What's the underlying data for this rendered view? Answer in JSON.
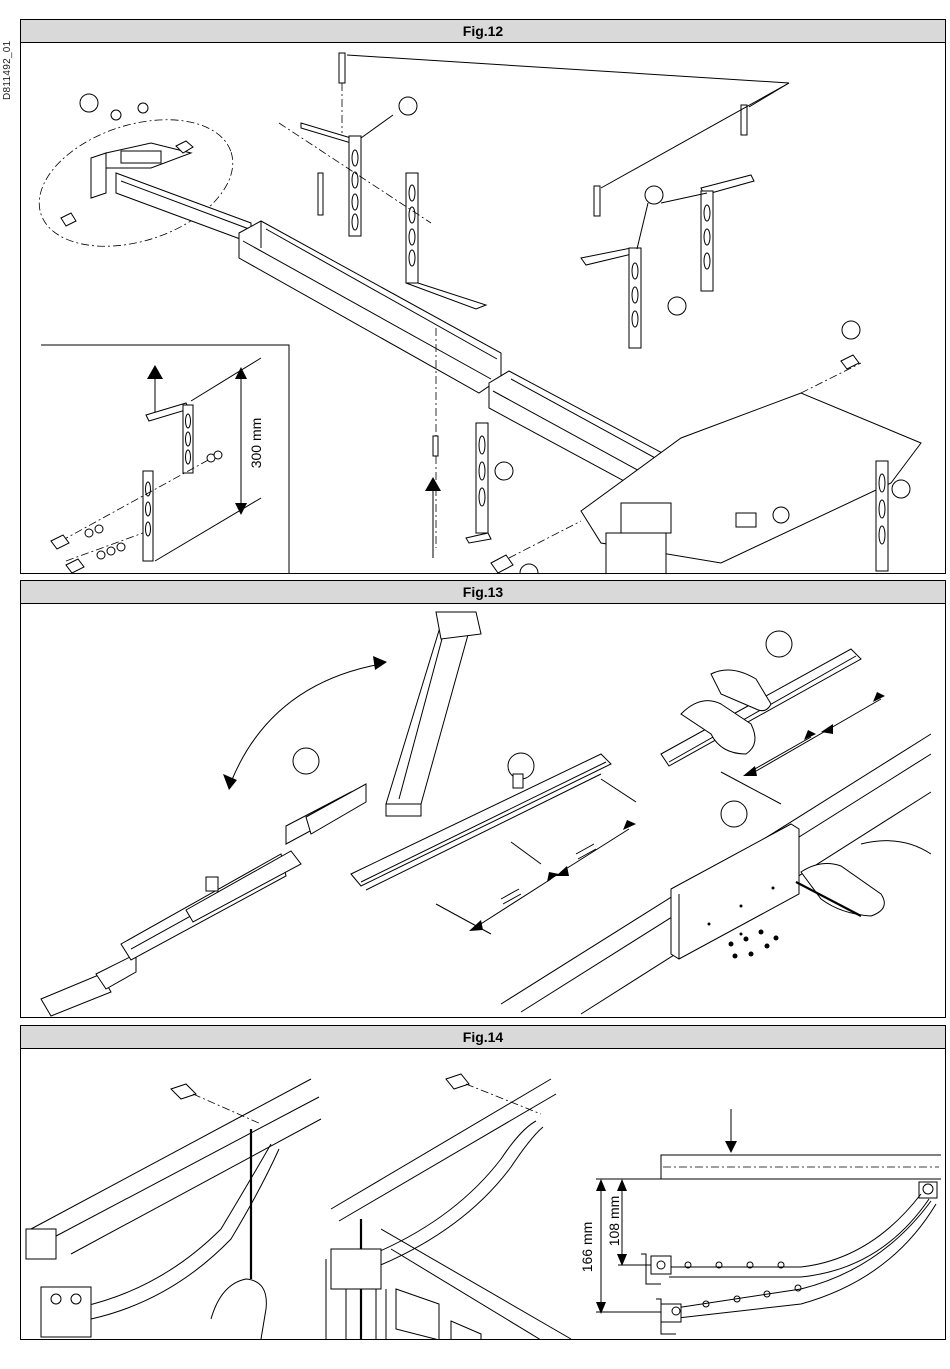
{
  "document": {
    "code": "D811492_01"
  },
  "figures": [
    {
      "title": "Fig.12",
      "dimension_labels": [
        "300 mm"
      ]
    },
    {
      "title": "Fig.13",
      "dimension_labels": []
    },
    {
      "title": "Fig.14",
      "dimension_labels": [
        "166 mm",
        "108 mm"
      ]
    }
  ]
}
